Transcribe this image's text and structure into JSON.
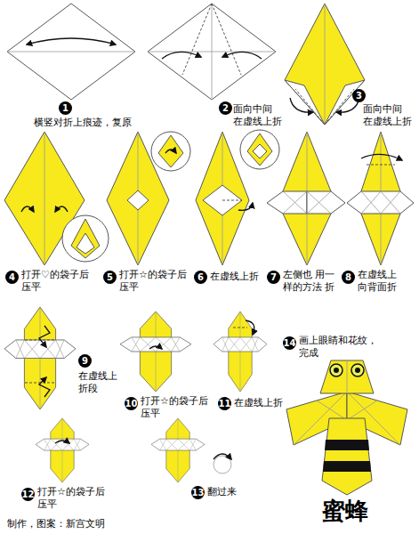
{
  "diagram": {
    "title": "蜜蜂",
    "labels": [
      "1",
      "横竖对折上痕迹，复原",
      "2",
      "面向中间 在虚线上折",
      "3",
      "面向中间 在虚线上折",
      "4",
      "打开♡的袋子后 压平",
      "5",
      "打开☆的袋子后 压平",
      "6",
      "在虚线上折",
      "7",
      "左侧也 用一样的方法 折",
      "8",
      "在虚线上 向背面折",
      "9",
      "在虚线上 折段",
      "10",
      "打开☆的袋子后 压平",
      "11",
      "在虚线上折",
      "12",
      "打开☆的袋子后 压平",
      "13",
      "翻过来",
      "14",
      "画上眼睛和花纹， 完成",
      "制作，图案：新宫文明"
    ]
  }
}
